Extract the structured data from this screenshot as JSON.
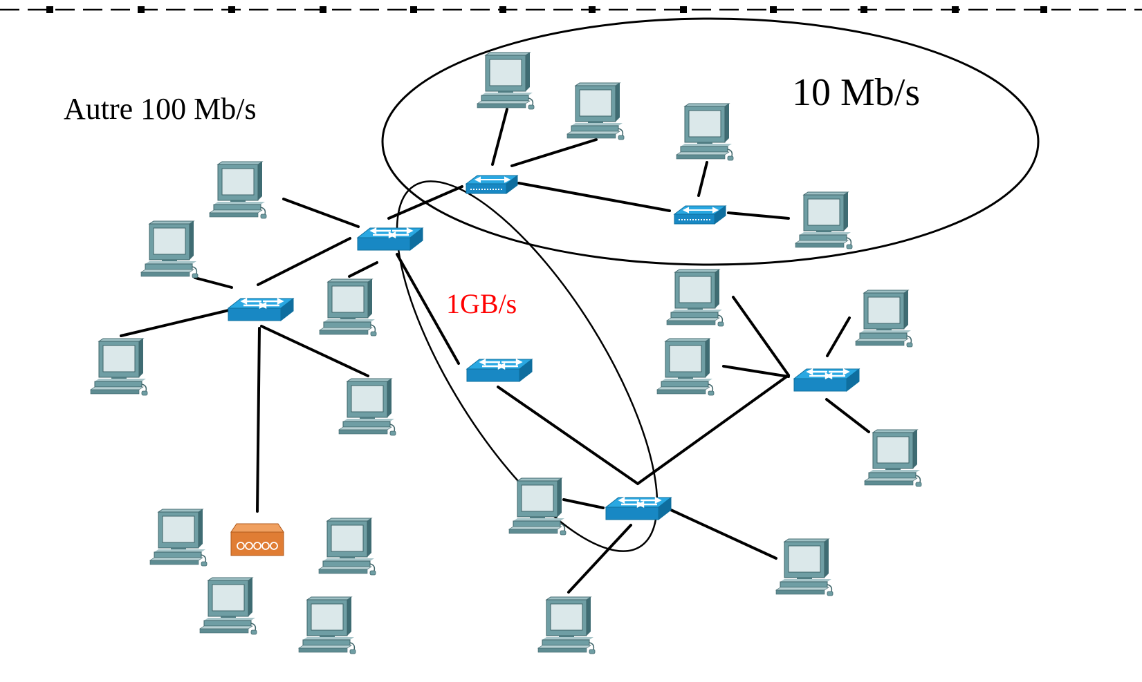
{
  "labels": {
    "other_zone": "Autre 100 Mb/s",
    "ten_mb_zone": "10 Mb/s",
    "gigabit_zone": "1GB/s"
  },
  "colors": {
    "gigabit_label": "#ff0000",
    "switch_blue": "#1e9ad6",
    "hub_blue": "#1e9ad6",
    "computer_teal": "#6a9aa0",
    "screen": "#d8e6e8",
    "repeater_orange": "#e0803a"
  },
  "icons": {
    "switch": "switch-icon",
    "hub": "hub-icon",
    "computer": "computer-icon",
    "repeater": "repeater-icon"
  }
}
